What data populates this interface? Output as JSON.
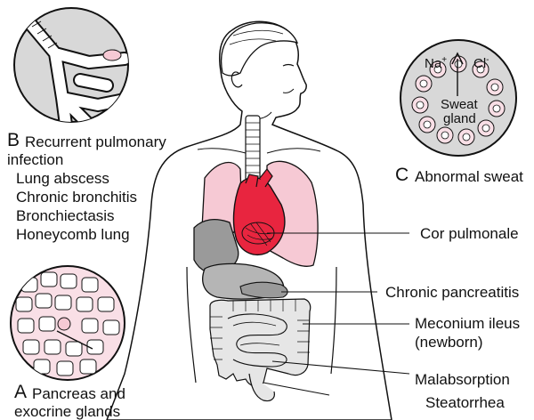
{
  "insets": {
    "b": {
      "letter": "B",
      "title_line1": "Recurrent pulmonary",
      "title_line2": "infection",
      "items": [
        "Lung abscess",
        "Chronic bronchitis",
        "Bronchiectasis",
        "Honeycomb lung"
      ]
    },
    "a": {
      "letter": "A",
      "title_line1": "Pancreas and",
      "title_line2": "exocrine glands"
    },
    "c": {
      "letter": "C",
      "title": "Abnormal sweat",
      "ion_left": "Na",
      "ion_left_charge": "+",
      "ion_right": "Cl",
      "ion_right_charge": "-",
      "center_line1": "Sweat",
      "center_line2": "gland"
    }
  },
  "callouts": {
    "cor_pulmonale": "Cor pulmonale",
    "chronic_pancreatitis": "Chronic pancreatitis",
    "meconium_line1": "Meconium ileus",
    "meconium_line2": "(newborn)",
    "malabsorption": "Malabsorption",
    "steatorrhea": "Steatorrhea"
  },
  "colors": {
    "lung_pink": "#f6c9d4",
    "heart_red": "#e8253f",
    "gland_pink": "#f9dfe6",
    "liver_gray": "#9a9a9a",
    "inset_gray": "#d8d8d8",
    "line": "#111111"
  }
}
